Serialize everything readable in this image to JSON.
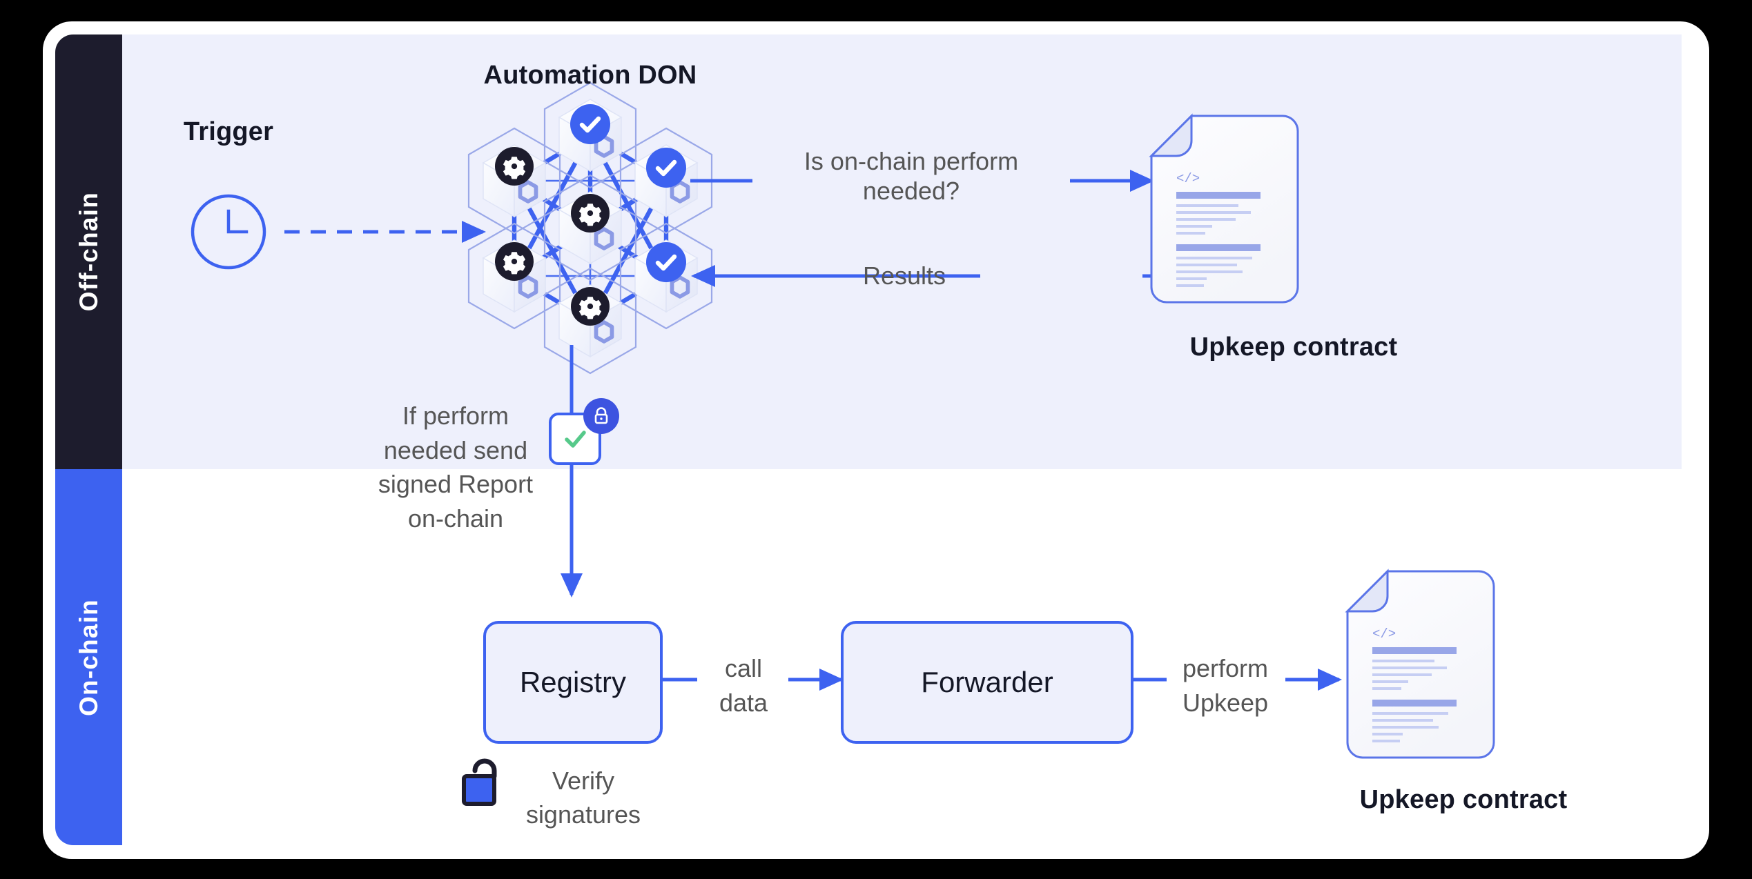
{
  "diagram": {
    "lanes": [
      {
        "name": "off-chain",
        "label": "Off-chain",
        "color": "#1d1c2d"
      },
      {
        "name": "on-chain",
        "label": "On-chain",
        "color": "#3d62f0"
      }
    ],
    "offchain": {
      "trigger_label": "Trigger",
      "trigger_icon": "clock-icon",
      "don_title": "Automation DON",
      "query_label_line1": "Is on-chain perform",
      "query_label_line2": "needed?",
      "results_label": "Results",
      "upkeep_contract_label": "Upkeep contract",
      "report_label_line1": "If perform",
      "report_label_line2": "needed send",
      "report_label_line3": "signed Report",
      "report_label_line4": "on-chain",
      "signed_report_icon": "check-lock-icon"
    },
    "onchain": {
      "registry_label": "Registry",
      "forwarder_label": "Forwarder",
      "call_data_line1": "call",
      "call_data_line2": "data",
      "perform_upkeep_line1": "perform",
      "perform_upkeep_line2": "Upkeep",
      "verify_line1": "Verify",
      "verify_line2": "signatures",
      "verify_icon": "unlock-icon",
      "upkeep_contract_label": "Upkeep contract"
    },
    "colors": {
      "accent_blue": "#3d62f0",
      "panel_bg": "#eef0fc",
      "dark": "#1d1c2d",
      "check_green": "#56c98a",
      "node_gear_bg": "#1d1c2d",
      "node_check_bg": "#3d62f0"
    },
    "nodes": [
      {
        "id": "node-top",
        "badge": "check"
      },
      {
        "id": "node-top-left",
        "badge": "gear"
      },
      {
        "id": "node-top-right",
        "badge": "check"
      },
      {
        "id": "node-center",
        "badge": "gear"
      },
      {
        "id": "node-bottom-left",
        "badge": "gear"
      },
      {
        "id": "node-bottom-right",
        "badge": "check"
      },
      {
        "id": "node-bottom",
        "badge": "gear"
      }
    ]
  }
}
